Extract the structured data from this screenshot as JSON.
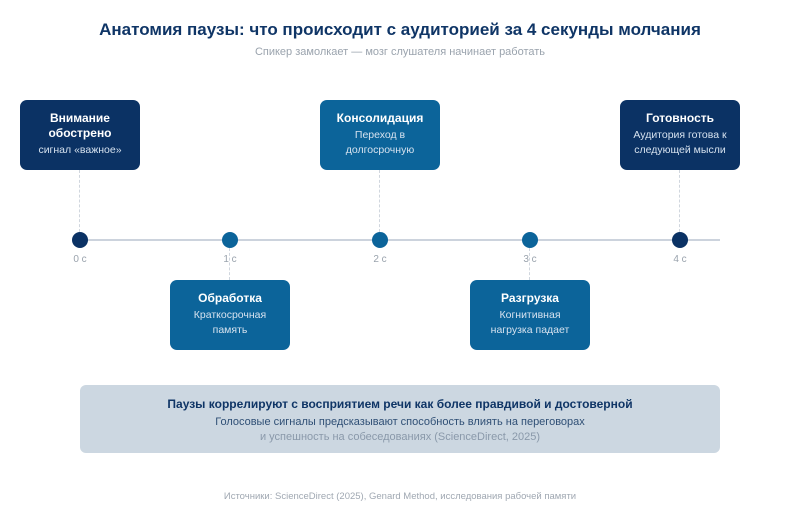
{
  "title": "Анатомия паузы: что происходит с аудиторией за 4 секунды молчания",
  "subtitle": "Спикер замолкает — мозг слушателя начинает работать",
  "timeline": {
    "ticks": [
      "0 с",
      "1 с",
      "2 с",
      "3 с",
      "4 с"
    ],
    "events": [
      {
        "heading": "Внимание обострено",
        "detail": "сигнал «важное»",
        "position": "above",
        "color": "#0b3264"
      },
      {
        "heading": "Обработка",
        "detail": "Краткосрочная память",
        "position": "below",
        "color": "#0c649a"
      },
      {
        "heading": "Консолидация",
        "detail": "Переход в долгосрочную",
        "position": "above",
        "color": "#0c649a"
      },
      {
        "heading": "Разгрузка",
        "detail": "Когнитивная нагрузка падает",
        "position": "below",
        "color": "#0c649a"
      },
      {
        "heading": "Готовность",
        "detail": "Аудитория готова к следующей мысли",
        "position": "above",
        "color": "#0b3264"
      }
    ]
  },
  "callout": {
    "heading": "Паузы коррелируют с восприятием речи как более правдивой и достоверной",
    "line1": "Голосовые сигналы предсказывают способность влиять на переговорах",
    "line2": "и успешность на собеседованиях (ScienceDirect, 2025)"
  },
  "sources": "Источники: ScienceDirect (2025), Genard Method, исследования рабочей памяти"
}
